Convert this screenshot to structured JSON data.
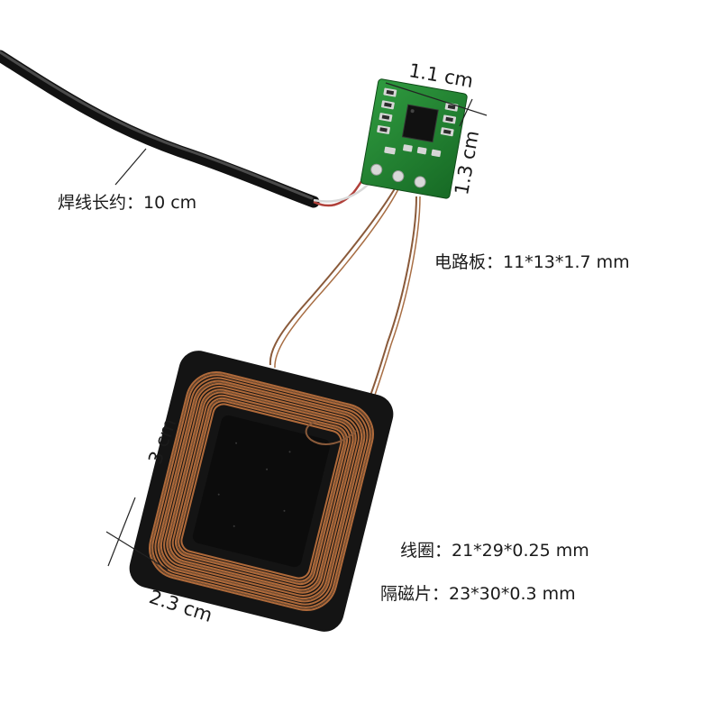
{
  "labels": {
    "board_width": "1.1 cm",
    "board_height": "1.3 cm",
    "wire_length": "焊线长约：10 cm",
    "board_size": "电路板：11*13*1.7 mm",
    "coil_height": "3 cm",
    "coil_width": "2.3 cm",
    "coil_size": "线圈：21*29*0.25 mm",
    "shield_size": "隔磁片：23*30*0.3 mm"
  },
  "colors": {
    "pcb_green": "#1f7a2e",
    "copper": "#b06a3a",
    "ferrite": "#141414",
    "cable": "#222222"
  }
}
